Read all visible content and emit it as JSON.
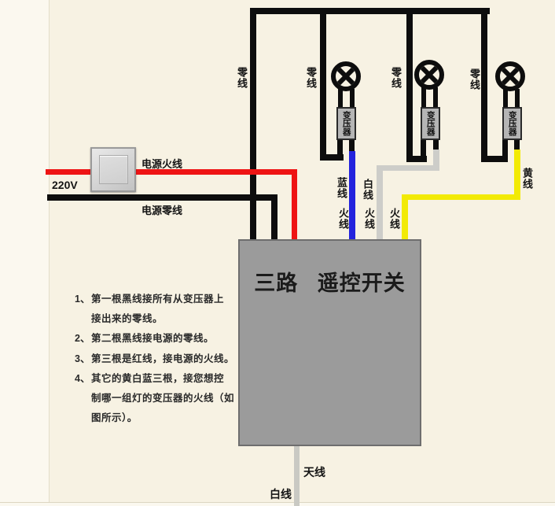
{
  "diagram_title": "三路 遥控开关",
  "power": {
    "voltage": "220V",
    "live_wire_label": "电源火线",
    "neutral_wire_label": "电源零线"
  },
  "bus_neutral_label": "零线",
  "lamps": [
    {
      "neutral_label": "零线",
      "transformer_label": "变压器",
      "color_label": "蓝线",
      "live_label": "火线"
    },
    {
      "neutral_label": "零线",
      "transformer_label": "变压器",
      "color_label": "白线",
      "live_label": "火线"
    },
    {
      "neutral_label": "零线",
      "transformer_label": "变压器",
      "color_label": "黄线",
      "live_label": "火线"
    }
  ],
  "antenna": {
    "label": "天线",
    "color_label": "白线"
  },
  "instructions": [
    {
      "num": "1、",
      "text": "第一根黑线接所有从变压器上"
    },
    {
      "num": "",
      "text": "接出来的零线。"
    },
    {
      "num": "2、",
      "text": "第二根黑线接电源的零线。"
    },
    {
      "num": "3、",
      "text": "第三根是红线，接电源的火线。"
    },
    {
      "num": "4、",
      "text": "其它的黄白蓝三根，接您想控"
    },
    {
      "num": "",
      "text": "制哪一组灯的变压器的火线（如"
    },
    {
      "num": "",
      "text": "图所示）。"
    }
  ],
  "colors": {
    "background": "#f7f2e3",
    "background_left": "#fbf8ef",
    "wire_black": "#0d0d0d",
    "wire_red": "#ee1414",
    "wire_blue": "#2323dd",
    "wire_white": "#cdcdc9",
    "wire_yellow": "#f2ea05",
    "antenna_gray": "#c9c9c3",
    "box_fill": "#9b9b9b",
    "box_border": "#6e6e6e",
    "transformer_fill": "#b5b5b5",
    "text": "#141414"
  }
}
